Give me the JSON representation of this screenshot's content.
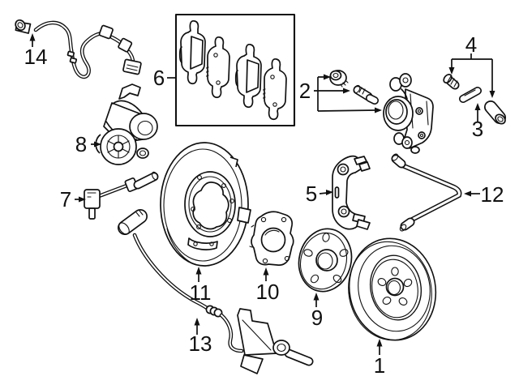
{
  "diagram": {
    "kind": "exploded-parts-line-diagram",
    "subject": "rear disc brake assembly",
    "colors": {
      "background": "#ffffff",
      "line": "#111111"
    },
    "callouts": {
      "c1": {
        "label": "1",
        "part": "brake-rotor"
      },
      "c2": {
        "label": "2",
        "part": "brake-caliper-with-bleeder-screw-and-cap"
      },
      "c3": {
        "label": "3",
        "part": "caliper-guide-pin"
      },
      "c4": {
        "label": "4",
        "part": "guide-pin-bolt-and-sleeve-kit"
      },
      "c5": {
        "label": "5",
        "part": "caliper-mounting-bracket"
      },
      "c6": {
        "label": "6",
        "part": "brake-pad-set"
      },
      "c7": {
        "label": "7",
        "part": "speed-sensor-with-stem"
      },
      "c8": {
        "label": "8",
        "part": "parking-brake-actuator"
      },
      "c9": {
        "label": "9",
        "part": "hub-flange"
      },
      "c10": {
        "label": "10",
        "part": "wheel-bearing-hub"
      },
      "c11": {
        "label": "11",
        "part": "splash-shield"
      },
      "c12": {
        "label": "12",
        "part": "brake-hose"
      },
      "c13": {
        "label": "13",
        "part": "pad-wear-sensor-wire"
      },
      "c14": {
        "label": "14",
        "part": "abs-sensor-harness"
      }
    }
  }
}
